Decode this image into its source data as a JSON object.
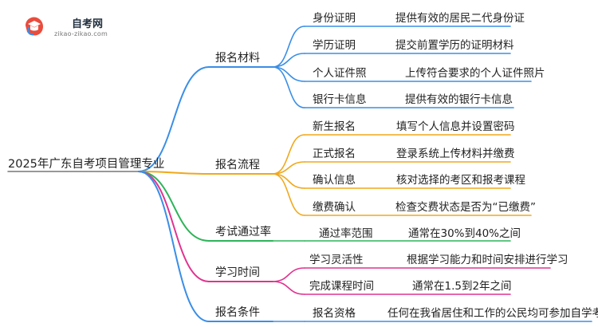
{
  "brand": {
    "name": "自考网",
    "url": "zikao-zikao.com"
  },
  "root": "2025年广东自考项目管理专业",
  "colors": {
    "blue": "#3a8ee6",
    "orange": "#f0a81c",
    "green": "#2fb35a",
    "pink": "#e0338f",
    "gray": "#777777"
  },
  "branches": [
    {
      "label": "报名材料",
      "color": "blue",
      "items": [
        {
          "name": "身份证明",
          "detail": "提供有效的居民二代身份证"
        },
        {
          "name": "学历证明",
          "detail": "提交前置学历的证明材料"
        },
        {
          "name": "个人证件照",
          "detail": "上传符合要求的个人证件照片"
        },
        {
          "name": "银行卡信息",
          "detail": "提供有效的银行卡信息"
        }
      ]
    },
    {
      "label": "报名流程",
      "color": "orange",
      "items": [
        {
          "name": "新生报名",
          "detail": "填写个人信息并设置密码"
        },
        {
          "name": "正式报名",
          "detail": "登录系统上传材料并缴费"
        },
        {
          "name": "确认信息",
          "detail": "核对选择的考区和报考课程"
        },
        {
          "name": "缴费确认",
          "detail": "检查交费状态是否为“已缴费”"
        }
      ]
    },
    {
      "label": "考试通过率",
      "color": "green",
      "items": [
        {
          "name": "通过率范围",
          "detail": "通常在30%到40%之间"
        }
      ]
    },
    {
      "label": "学习时间",
      "color": "pink",
      "items": [
        {
          "name": "学习灵活性",
          "detail": "根据学习能力和时间安排进行学习"
        },
        {
          "name": "完成课程时间",
          "detail": "通常在1.5到2年之间"
        }
      ]
    },
    {
      "label": "报名条件",
      "color": "blue",
      "items": [
        {
          "name": "报名资格",
          "detail": "任何在我省居住和工作的公民均可参加自学考试"
        }
      ]
    }
  ]
}
